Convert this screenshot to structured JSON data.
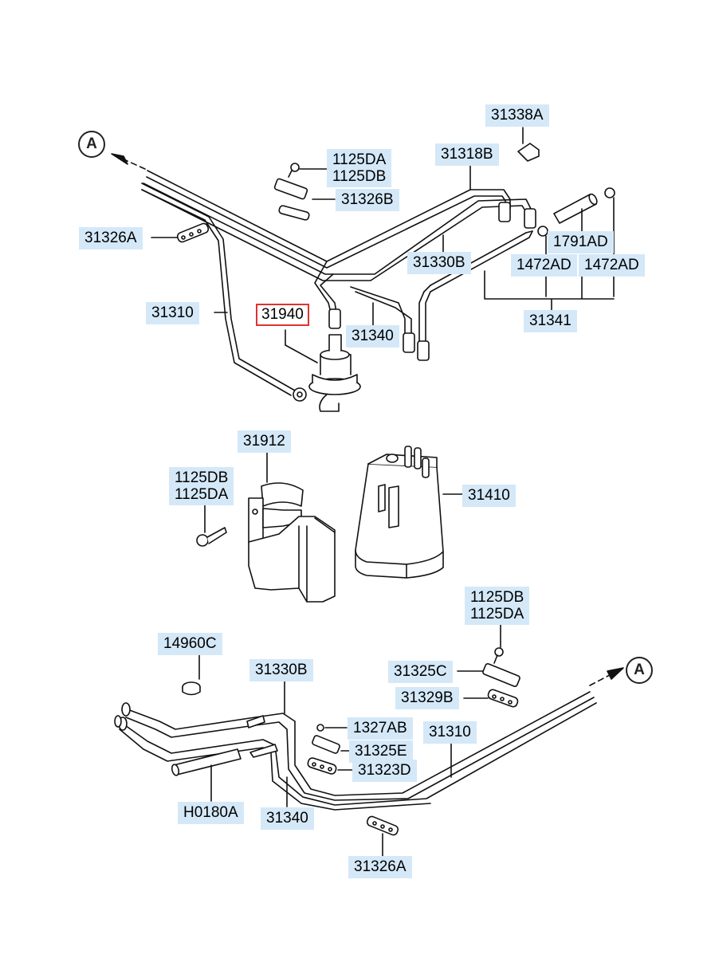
{
  "labels": {
    "l31338A": "31338A",
    "l31318B": "31318B",
    "l1125DA_top": "1125DA",
    "l1125DB_top": "1125DB",
    "l31326B": "31326B",
    "l31326A_top": "31326A",
    "l1791AD": "1791AD",
    "l31330B_top": "31330B",
    "l1472AD_a": "1472AD",
    "l1472AD_b": "1472AD",
    "l31310_top": "31310",
    "l31940": "31940",
    "l31340_top": "31340",
    "l31341": "31341",
    "l31912": "31912",
    "l1125DB_mid": "1125DB",
    "l1125DA_mid": "1125DA",
    "l31410": "31410",
    "l1125DB_bot": "1125DB",
    "l1125DA_bot": "1125DA",
    "l14960C": "14960C",
    "l31330B_bot": "31330B",
    "l31325C": "31325C",
    "l31329B": "31329B",
    "l1327AB": "1327AB",
    "l31310_bot": "31310",
    "l31325E": "31325E",
    "l31323D": "31323D",
    "lH0180A": "H0180A",
    "l31340_bot": "31340",
    "l31326A_bot": "31326A"
  },
  "connectors": {
    "top": "A",
    "bottom": "A"
  },
  "selected_part": "31940",
  "colors": {
    "label_bg": "#d4e8f8",
    "selected_border": "#e0322f",
    "line": "#111111"
  }
}
